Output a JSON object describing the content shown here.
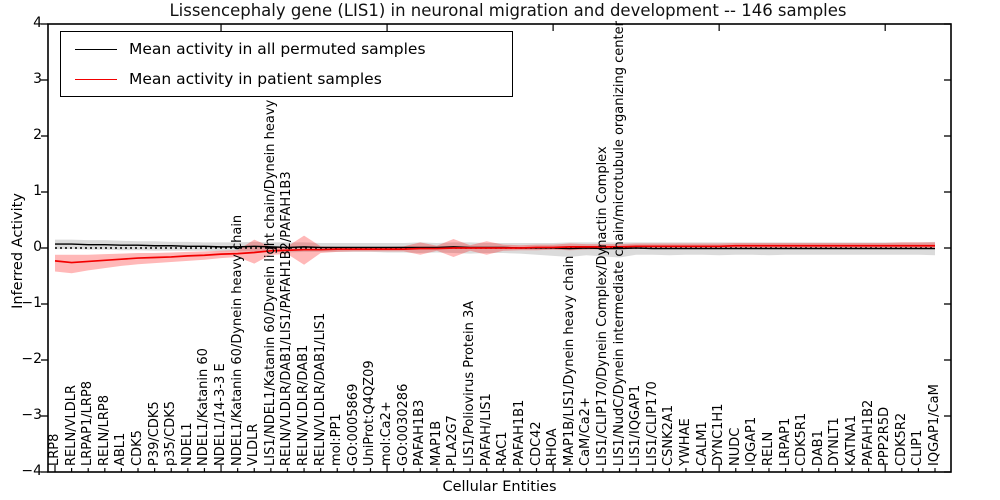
{
  "title": "Lissencephaly gene (LIS1) in neuronal migration and development -- 146 samples",
  "axes": {
    "ylabel": "Inferred Activity",
    "xlabel": "Cellular Entities",
    "ylim": [
      -4,
      4
    ],
    "ytick_labels": [
      "4",
      "3",
      "2",
      "1",
      "0",
      "−1",
      "−2",
      "−3",
      "−4"
    ],
    "grid": false
  },
  "legend": {
    "position": "upper left",
    "items": [
      {
        "label": "Mean activity in all permuted samples",
        "color": "#000000"
      },
      {
        "label": "Mean activity in patient samples",
        "color": "#f20000"
      }
    ]
  },
  "chart_data": {
    "type": "line",
    "title": "Lissencephaly gene (LIS1) in neuronal migration and development -- 146 samples",
    "xlabel": "Cellular Entities",
    "ylabel": "Inferred Activity",
    "ylim": [
      -4,
      4
    ],
    "legend_position": "upper left",
    "zero_line": true,
    "categories": [
      "LRP8",
      "RELN/VLDLR",
      "LRPAP1/LRP8",
      "RELN/LRP8",
      "ABL1",
      "CDK5",
      "P39/CDK5",
      "p35/CDK5",
      "NDEL1",
      "NDEL1/Katanin 60",
      "NDEL1/14-3-3 E",
      "NDEL1/Katanin 60/Dynein heavy chain",
      "VLDLR",
      "LIS1/NDEL1/Katanin 60/Dynein light chain/Dynein heavy chain",
      "RELN/VLDLR/DAB1/LIS1/PAFAH1B2/PAFAH1B3",
      "RELN/VLDLR/DAB1",
      "RELN/VLDLR/DAB1/LIS1",
      "mol:PP1",
      "GO:0005869",
      "UniProt:Q4QZ09",
      "mol:Ca2+",
      "GO:0030286",
      "PAFAH1B3",
      "MAP1B",
      "PLA2G7",
      "LIS1/Poliovirus Protein 3A",
      "PAFAH/LIS1",
      "RAC1",
      "PAFAH1B1",
      "CDC42",
      "RHOA",
      "MAP1B/LIS1/Dynein heavy chain",
      "CaM/Ca2+",
      "LIS1/CLIP170/Dynein Complex/Dynactin Complex",
      "LIS1/NudC/Dynein intermediate chain/microtubule organizing center",
      "LIS1/IQGAP1",
      "LIS1/CLIP170",
      "CSNK2A1",
      "YWHAE",
      "CALM1",
      "DYNC1H1",
      "NUDC",
      "IQGAP1",
      "RELN",
      "LRPAP1",
      "CDK5R1",
      "DAB1",
      "DYNLT1",
      "KATNA1",
      "PAFAH1B2",
      "PPP2R5D",
      "CDK5R2",
      "CLIP1",
      "IQGAP1/CaM"
    ],
    "series": [
      {
        "name": "Mean activity in all permuted samples",
        "color": "#000000",
        "band_color": "rgba(0,0,0,0.14)",
        "values": [
          0.07,
          0.07,
          0.06,
          0.06,
          0.05,
          0.05,
          0.04,
          0.04,
          0.03,
          0.03,
          0.02,
          0.02,
          0.03,
          0.02,
          0.01,
          0.02,
          0.01,
          0.01,
          0.01,
          0.01,
          0.01,
          0.01,
          0.01,
          0.01,
          0.02,
          0.01,
          0.01,
          0.01,
          0.0,
          0.0,
          0.0,
          -0.01,
          0.0,
          -0.01,
          -0.01,
          0.0,
          -0.01,
          -0.01,
          -0.01,
          -0.01,
          -0.01,
          -0.01,
          -0.01,
          -0.01,
          -0.01,
          -0.01,
          -0.01,
          -0.01,
          -0.01,
          -0.01,
          -0.01,
          -0.01,
          -0.01,
          -0.01
        ],
        "band_upper": [
          0.15,
          0.15,
          0.14,
          0.14,
          0.13,
          0.12,
          0.12,
          0.11,
          0.11,
          0.1,
          0.1,
          0.1,
          0.11,
          0.1,
          0.1,
          0.1,
          0.09,
          0.09,
          0.09,
          0.09,
          0.09,
          0.09,
          0.1,
          0.09,
          0.1,
          0.1,
          0.09,
          0.09,
          0.09,
          0.09,
          0.09,
          0.1,
          0.1,
          0.1,
          0.1,
          0.1,
          0.1,
          0.1,
          0.1,
          0.1,
          0.1,
          0.1,
          0.1,
          0.1,
          0.1,
          0.1,
          0.1,
          0.1,
          0.1,
          0.1,
          0.1,
          0.1,
          0.1,
          0.11
        ],
        "band_lower": [
          -0.02,
          -0.02,
          -0.03,
          -0.03,
          -0.04,
          -0.04,
          -0.05,
          -0.05,
          -0.05,
          -0.05,
          -0.06,
          -0.06,
          -0.06,
          -0.07,
          -0.08,
          -0.07,
          -0.07,
          -0.07,
          -0.07,
          -0.07,
          -0.08,
          -0.08,
          -0.09,
          -0.08,
          -0.09,
          -0.1,
          -0.09,
          -0.09,
          -0.1,
          -0.12,
          -0.14,
          -0.16,
          -0.13,
          -0.15,
          -0.17,
          -0.12,
          -0.12,
          -0.13,
          -0.12,
          -0.12,
          -0.13,
          -0.12,
          -0.12,
          -0.13,
          -0.12,
          -0.12,
          -0.12,
          -0.12,
          -0.12,
          -0.12,
          -0.12,
          -0.12,
          -0.12,
          -0.13
        ]
      },
      {
        "name": "Mean activity in patient samples",
        "color": "#f20000",
        "band_color": "rgba(255,0,0,0.28)",
        "values": [
          -0.23,
          -0.26,
          -0.24,
          -0.22,
          -0.2,
          -0.18,
          -0.17,
          -0.16,
          -0.14,
          -0.13,
          -0.11,
          -0.1,
          -0.08,
          -0.05,
          -0.04,
          -0.03,
          -0.03,
          -0.02,
          -0.02,
          -0.02,
          -0.02,
          -0.02,
          -0.01,
          -0.01,
          0.0,
          0.0,
          0.0,
          0.0,
          0.0,
          0.01,
          0.01,
          0.02,
          0.02,
          0.02,
          0.02,
          0.03,
          0.03,
          0.03,
          0.03,
          0.03,
          0.03,
          0.04,
          0.04,
          0.04,
          0.04,
          0.04,
          0.04,
          0.04,
          0.04,
          0.04,
          0.04,
          0.04,
          0.04,
          0.04
        ],
        "band_upper": [
          -0.12,
          -0.12,
          -0.12,
          -0.11,
          -0.1,
          -0.09,
          -0.09,
          -0.08,
          -0.07,
          -0.06,
          -0.05,
          -0.04,
          0.15,
          0.02,
          0.03,
          0.22,
          0.03,
          0.02,
          0.02,
          0.02,
          0.02,
          0.03,
          0.1,
          0.04,
          0.16,
          0.05,
          0.12,
          0.06,
          0.05,
          0.06,
          0.06,
          0.08,
          0.07,
          0.07,
          0.07,
          0.08,
          0.08,
          0.08,
          0.08,
          0.08,
          0.08,
          0.09,
          0.09,
          0.09,
          0.09,
          0.09,
          0.09,
          0.09,
          0.09,
          0.09,
          0.09,
          0.1,
          0.1,
          0.1
        ],
        "band_lower": [
          -0.42,
          -0.45,
          -0.4,
          -0.36,
          -0.32,
          -0.29,
          -0.27,
          -0.25,
          -0.23,
          -0.21,
          -0.18,
          -0.16,
          -0.28,
          -0.12,
          -0.11,
          -0.3,
          -0.09,
          -0.07,
          -0.06,
          -0.06,
          -0.06,
          -0.06,
          -0.12,
          -0.05,
          -0.16,
          -0.05,
          -0.12,
          -0.05,
          -0.04,
          -0.04,
          -0.03,
          -0.04,
          -0.03,
          -0.02,
          -0.02,
          -0.02,
          -0.01,
          -0.01,
          -0.01,
          -0.01,
          -0.01,
          -0.01,
          -0.01,
          -0.01,
          -0.01,
          -0.01,
          -0.01,
          -0.01,
          -0.01,
          -0.01,
          -0.01,
          -0.01,
          -0.01,
          -0.02
        ]
      }
    ]
  }
}
